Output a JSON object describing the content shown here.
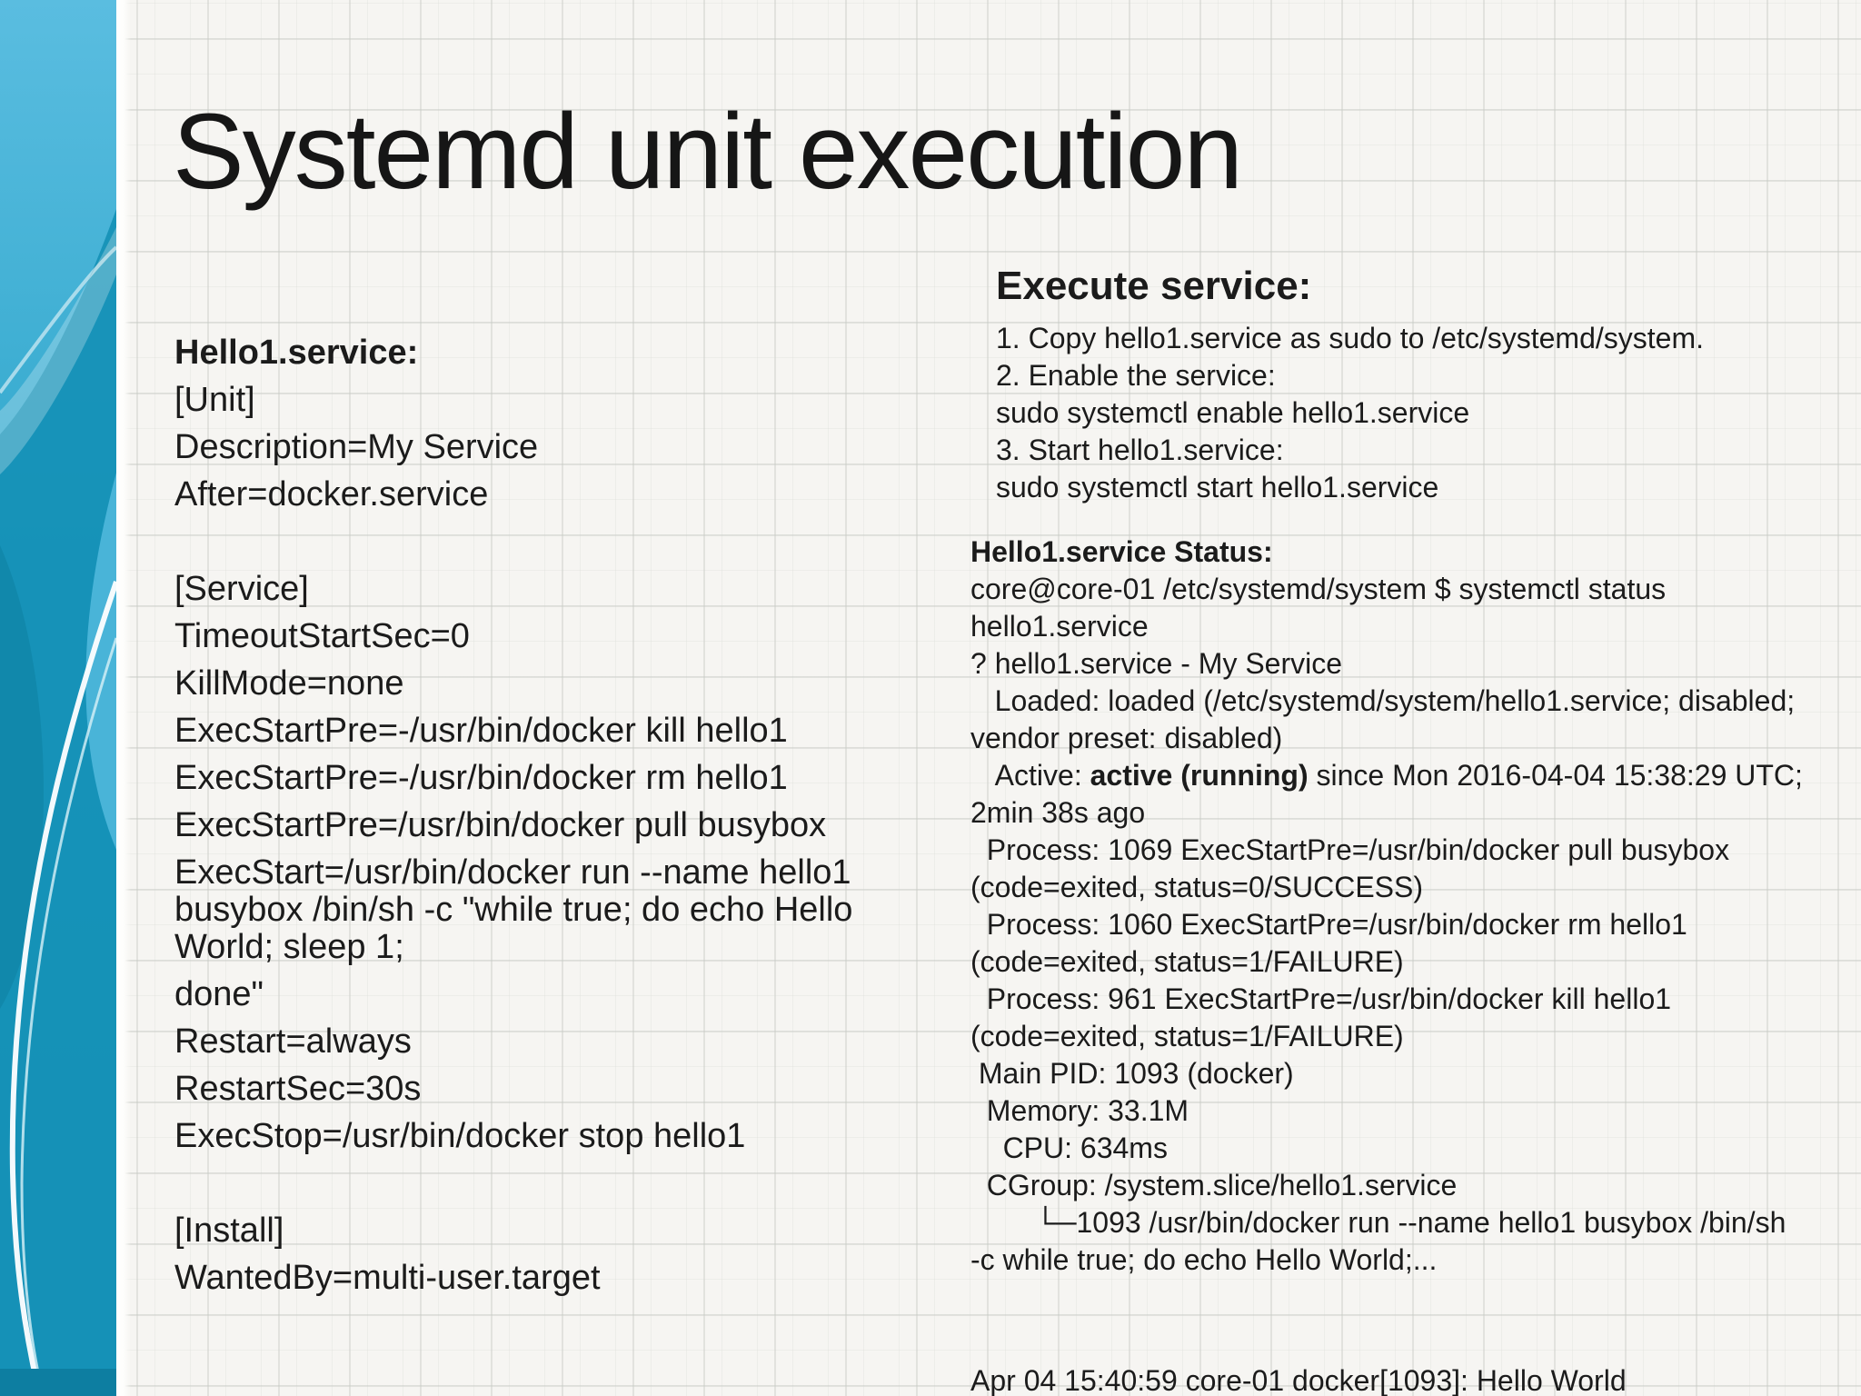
{
  "slide": {
    "title": "Systemd unit execution"
  },
  "left": {
    "heading": "Hello1.service:",
    "lines": [
      "[Unit]",
      "Description=My Service",
      "After=docker.service",
      "",
      "[Service]",
      "TimeoutStartSec=0",
      "KillMode=none",
      "ExecStartPre=-/usr/bin/docker kill hello1",
      "ExecStartPre=-/usr/bin/docker rm hello1",
      "ExecStartPre=/usr/bin/docker pull busybox",
      "ExecStart=/usr/bin/docker run --name hello1 busybox /bin/sh -c \"while true; do echo Hello World; sleep 1;",
      "done\"",
      "Restart=always",
      "RestartSec=30s",
      "ExecStop=/usr/bin/docker stop hello1",
      "",
      "[Install]",
      "WantedBy=multi-user.target"
    ]
  },
  "right": {
    "heading": "Execute service:",
    "steps": [
      "1. Copy hello1.service as sudo to /etc/systemd/system.",
      "2. Enable the service:",
      "sudo systemctl enable hello1.service",
      "3. Start hello1.service:",
      "sudo systemctl start hello1.service"
    ],
    "status_heading": "Hello1.service Status:",
    "status_lines_a": [
      "core@core-01 /etc/systemd/system $ systemctl status",
      "hello1.service",
      "? hello1.service - My Service",
      "   Loaded: loaded (/etc/systemd/system/hello1.service; disabled;",
      "vendor preset: disabled)"
    ],
    "active_line": {
      "prefix": "   Active: ",
      "bold": "active (running)",
      "suffix": " since Mon 2016-04-04 15:38:29 UTC;"
    },
    "status_lines_b": [
      "2min 38s ago",
      "  Process: 1069 ExecStartPre=/usr/bin/docker pull busybox",
      "(code=exited, status=0/SUCCESS)",
      "  Process: 1060 ExecStartPre=/usr/bin/docker rm hello1",
      "(code=exited, status=1/FAILURE)",
      "  Process: 961 ExecStartPre=/usr/bin/docker kill hello1",
      "(code=exited, status=1/FAILURE)",
      " Main PID: 1093 (docker)",
      "  Memory: 33.1M",
      "    CPU: 634ms",
      "  CGroup: /system.slice/hello1.service",
      "        └─1093 /usr/bin/docker run --name hello1 busybox /bin/sh",
      "-c while true; do echo Hello World;..."
    ],
    "log_line": "Apr 04 15:40:59 core-01 docker[1093]: Hello World"
  },
  "colors": {
    "sidebar_light": "#55bade",
    "sidebar_mid": "#2aa4c9",
    "sidebar_teal": "#1f98bd",
    "sidebar_dark": "#1490b6",
    "sidebar_deep": "#0d7ea1",
    "paper": "#f6f5f2",
    "grid_line": "#c6c9c4",
    "text": "#1b1b1b"
  }
}
